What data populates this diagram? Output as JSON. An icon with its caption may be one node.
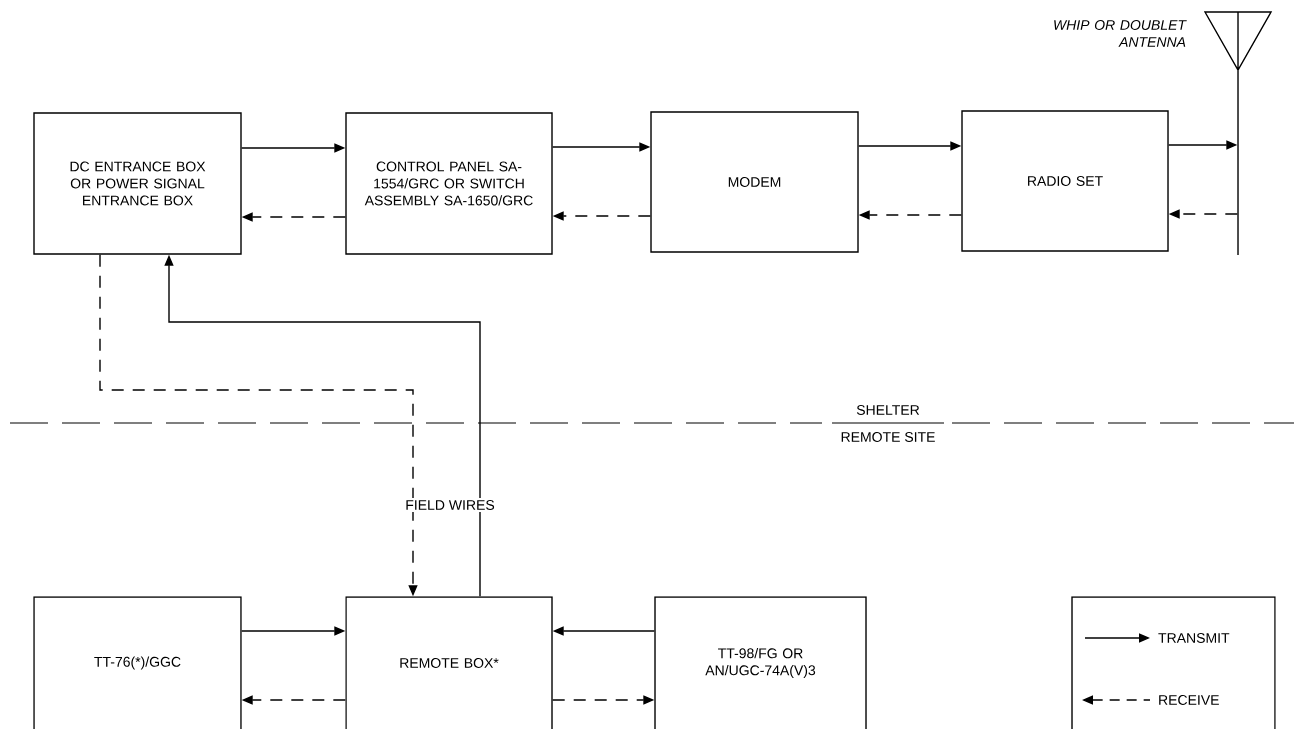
{
  "diagram": {
    "nodes": [
      {
        "text": [
          "DC ENTRANCE BOX OR POWER SIGNAL ENTRANCE BOX"
        ]
      },
      {
        "text": [
          "CONTROL PANEL SA-1554/GRC OR SWITCH ASSEMBLY SA-1650/GRC"
        ]
      },
      {
        "text": [
          "MODEM"
        ]
      },
      {
        "text": [
          "RADIO SET"
        ]
      },
      {
        "text": [],
        "shape": "picture",
        "beside": [
          "WHIP OR DOUBLET ANTENNA"
        ]
      },
      {
        "text": [
          "TT-76(*)/GGC"
        ]
      },
      {
        "text": [
          "REMOTE BOX*"
        ]
      },
      {
        "text": [
          "TT-98/FG OR AN/UGC-74A(V)3"
        ]
      }
    ],
    "edges": [
      {
        "from": 0,
        "to": 1,
        "arrow": "to"
      },
      {
        "from": 1,
        "to": 0,
        "arrow": "to",
        "style": "dashed"
      },
      {
        "from": 1,
        "to": 2,
        "arrow": "to"
      },
      {
        "from": 2,
        "to": 1,
        "arrow": "to",
        "style": "dashed"
      },
      {
        "from": 2,
        "to": 3,
        "arrow": "to"
      },
      {
        "from": 3,
        "to": 2,
        "arrow": "to",
        "style": "dashed"
      },
      {
        "from": 3,
        "to": 4,
        "arrow": "to"
      },
      {
        "from": 4,
        "to": 3,
        "arrow": "to",
        "style": "dashed"
      },
      {
        "from": 0,
        "to": 6,
        "arrow": "to",
        "style": "dashed"
      },
      {
        "from": 6,
        "to": 0,
        "arrow": "to"
      },
      {
        "from": 5,
        "to": 6,
        "arrow": "to"
      },
      {
        "from": 6,
        "to": 5,
        "arrow": "to",
        "style": "dashed"
      },
      {
        "from": 7,
        "to": 6,
        "arrow": "to"
      },
      {
        "from": 6,
        "to": 7,
        "arrow": "to",
        "style": "dashed"
      }
    ],
    "labels": [
      "SHELTER",
      "REMOTE SITE",
      "FIELD WIRES"
    ],
    "legend": [
      {
        "text": "TRANSMIT"
      },
      {
        "text": "RECEIVE"
      }
    ]
  }
}
